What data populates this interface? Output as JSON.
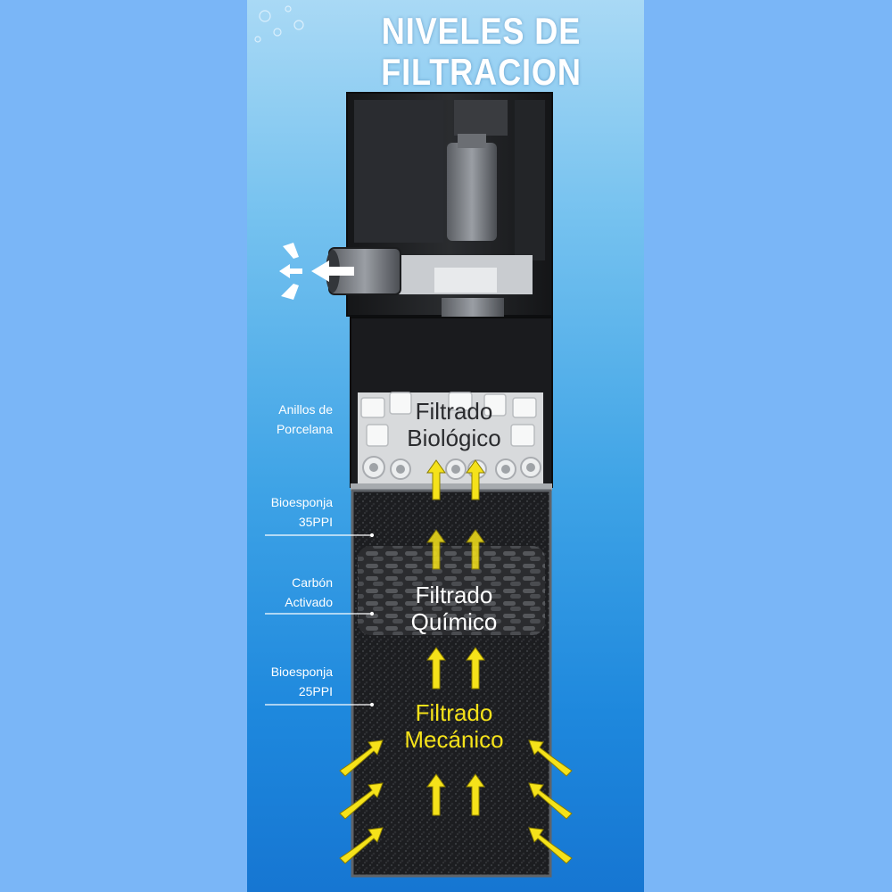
{
  "title": {
    "line1": "NIVELES DE",
    "line2": "FILTRACION"
  },
  "stages": {
    "biological": {
      "line1": "Filtrado",
      "line2": "Biológico",
      "color": "#ffffff"
    },
    "chemical": {
      "line1": "Filtrado",
      "line2": "Químico",
      "color": "#ffffff"
    },
    "mechanical": {
      "line1": "Filtrado",
      "line2": "Mecánico",
      "color": "#f5e21a"
    }
  },
  "labels": {
    "rings": {
      "line1": "Anillos de",
      "line2": "Porcelana"
    },
    "sponge35": {
      "line1": "Bioesponja",
      "line2": "35PPI"
    },
    "carbon": {
      "line1": "Carbón",
      "line2": "Activado"
    },
    "sponge25": {
      "line1": "Bioesponja",
      "line2": "25PPI"
    }
  },
  "colors": {
    "background": "#7ab6f7",
    "arrow_flow": "#f5e21a",
    "arrow_outlet": "#ffffff",
    "filter_body": "#1e1f22"
  },
  "icons": [
    "outlet-arrow-icon",
    "flow-arrow-icon",
    "intake-arrow-icon"
  ]
}
